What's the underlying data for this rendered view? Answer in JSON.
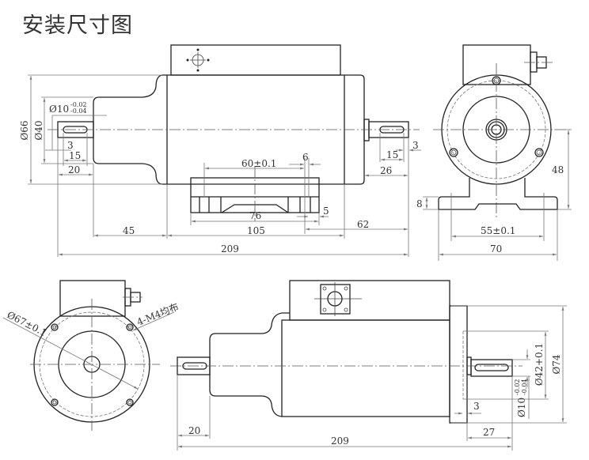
{
  "title": "安装尺寸图",
  "front_view": {
    "dim_od_body": "Ø66",
    "dim_od_shoulder": "Ø40",
    "dim_shaft": "Ø10",
    "dim_shaft_tol_upper": "-0.02",
    "dim_shaft_tol_lower": "-0.04",
    "dim_key_offset_left": "3",
    "dim_key_len_left": "15",
    "dim_shaft_len_left": "20",
    "dim_foot_holes": "60±0.1",
    "dim_foot_slot": "6",
    "dim_foot_len": "76",
    "dim_foot_end": "5",
    "dim_shoulder_len": "45",
    "dim_body_len": "105",
    "dim_right_len": "62",
    "dim_total": "209",
    "dim_key_offset_right": "3",
    "dim_key_len_right": "15",
    "dim_shaft_len_right": "26"
  },
  "side_view": {
    "dim_center_height": "48",
    "dim_foot_thickness": "8",
    "dim_foot_holes": "55±0.1",
    "dim_foot_width": "70"
  },
  "flange_view": {
    "dim_pcd": "Ø67±0.1",
    "dim_holes": "4-M4均布"
  },
  "flange_side_view": {
    "dim_shaft_len_left": "20",
    "dim_total": "209",
    "dim_flange_step": "3",
    "dim_shaft_len_right": "27",
    "dim_spigot": "Ø42+0.1",
    "dim_flange_od": "Ø74",
    "dim_shaft": "Ø10",
    "dim_shaft_tol_upper": "-0.02",
    "dim_shaft_tol_lower": "-0.04"
  }
}
